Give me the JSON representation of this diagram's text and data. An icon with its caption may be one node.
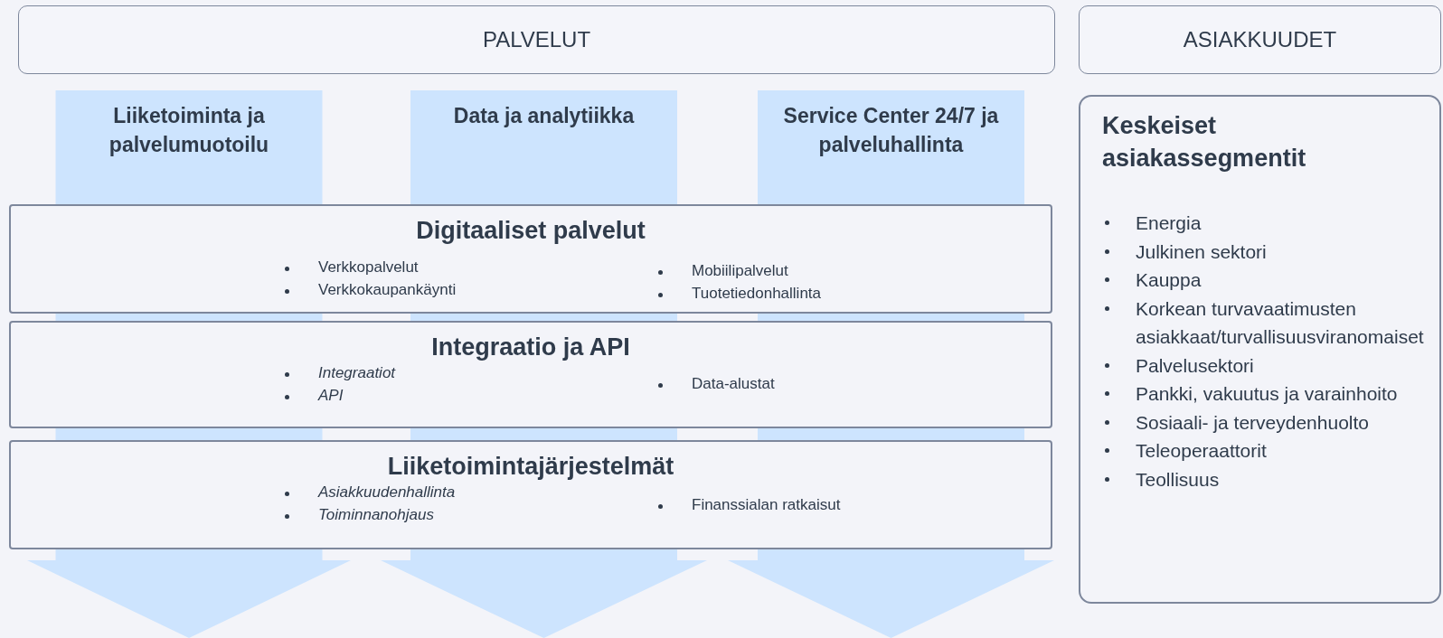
{
  "diagram": {
    "nodes": [
      {
        "text": [
          "PALVELUT"
        ]
      },
      {
        "text": [
          "ASIAKKUUDET"
        ]
      },
      {
        "text": [
          "Liiketoiminta ja palvelumuotoilu"
        ]
      },
      {
        "text": [
          "Data ja analytiikka"
        ]
      },
      {
        "text": [
          "Service Center 24/7 ja palveluhallinta"
        ]
      },
      {
        "text": [
          "Digitaaliset palvelut",
          "Verkkopalvelut",
          "Verkkokaupankäynti",
          "Mobiilipalvelut",
          "Tuotetiedonhallinta"
        ]
      },
      {
        "text": [
          "Integraatio ja API",
          "Integraatiot",
          "API",
          "Data-alustat"
        ]
      },
      {
        "text": [
          "Liiketoimintajärjestelmät",
          "Asiakkuudenhallinta",
          "Toiminnanohjaus",
          "Finanssialan ratkaisut"
        ]
      },
      {
        "text": [
          "Keskeiset asiakassegmentit",
          "Energia",
          "Julkinen sektori",
          "Kauppa",
          "Korkean turvavaatimusten asiakkaat/turvallisuusviranomaiset",
          "Palvelusektori",
          "Pankki, vakuutus ja varainhoito",
          "Sosiaali- ja terveydenhuolto",
          "Teleoperaattorit",
          "Teollisuus"
        ]
      }
    ]
  }
}
